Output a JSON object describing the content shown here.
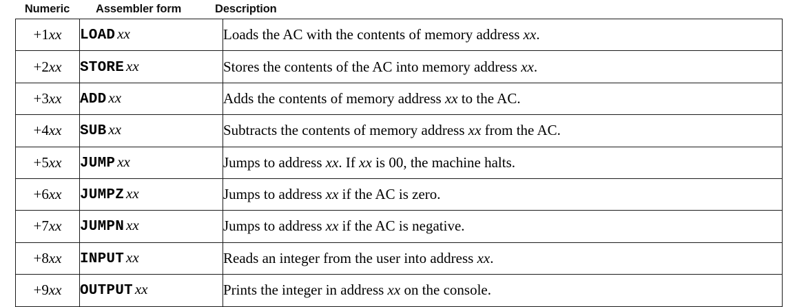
{
  "table": {
    "columns": [
      "Numeric",
      "Assembler form",
      "Description"
    ],
    "operand_symbol": "xx",
    "rows": [
      {
        "numeric_prefix": "+1",
        "numeric_operand": "xx",
        "mnemonic": "LOAD",
        "operand": "xx",
        "description": "Loads the AC with the contents of memory address xx."
      },
      {
        "numeric_prefix": "+2",
        "numeric_operand": "xx",
        "mnemonic": "STORE",
        "operand": "xx",
        "description": "Stores the contents of the AC into memory address xx."
      },
      {
        "numeric_prefix": "+3",
        "numeric_operand": "xx",
        "mnemonic": "ADD",
        "operand": "xx",
        "description": "Adds the contents of memory address xx to the AC."
      },
      {
        "numeric_prefix": "+4",
        "numeric_operand": "xx",
        "mnemonic": "SUB",
        "operand": "xx",
        "description": "Subtracts the contents of memory address xx from the AC."
      },
      {
        "numeric_prefix": "+5",
        "numeric_operand": "xx",
        "mnemonic": "JUMP",
        "operand": "xx",
        "description": "Jumps to address xx. If xx is 00, the machine halts."
      },
      {
        "numeric_prefix": "+6",
        "numeric_operand": "xx",
        "mnemonic": "JUMPZ",
        "operand": "xx",
        "description": "Jumps to address xx if the AC is zero."
      },
      {
        "numeric_prefix": "+7",
        "numeric_operand": "xx",
        "mnemonic": "JUMPN",
        "operand": "xx",
        "description": "Jumps to address xx if the AC is negative."
      },
      {
        "numeric_prefix": "+8",
        "numeric_operand": "xx",
        "mnemonic": "INPUT",
        "operand": "xx",
        "description": "Reads an integer from the user into address xx."
      },
      {
        "numeric_prefix": "+9",
        "numeric_operand": "xx",
        "mnemonic": "OUTPUT",
        "operand": "xx",
        "description": "Prints the integer in address xx on the console."
      }
    ]
  },
  "colors": {
    "page_background": "#ffffff",
    "border": "#1a1a1a",
    "text": "#000000",
    "header_text": "#111111"
  }
}
